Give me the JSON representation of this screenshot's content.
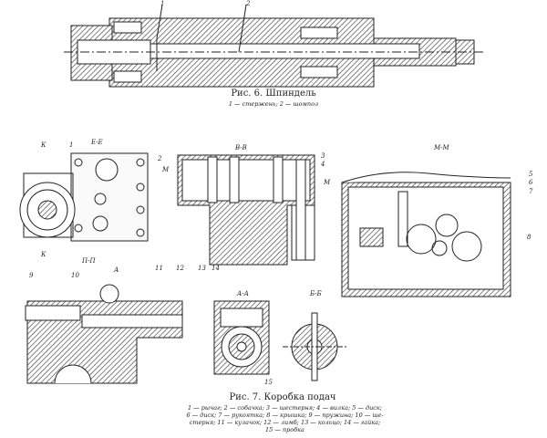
{
  "figure6": {
    "title": "Рис. 6. Шпиндель",
    "legend": "1 — стержень; 2 — шомпол",
    "callouts": [
      "1",
      "2"
    ]
  },
  "figure7": {
    "title": "Рис. 7. Коробка подач",
    "legend_lines": [
      "1 — рычаг; 2 — собачка; 3 — шестерня; 4 — вилка; 5 — диск;",
      "6 — диск; 7 — рукоятка; 8 — крышка; 9 — пружина; 10 — ше-",
      "стерня; 11 — кулачок; 12 — лимб; 13 — кольцо; 14 — гайка;",
      "15 — пробка"
    ],
    "sections": {
      "ee": "Е-Е",
      "vv": "В-В",
      "mm": "М-М",
      "pp": "П-П",
      "aa": "А-А",
      "bb": "Б-Б"
    },
    "marks": {
      "k": "К",
      "m": "М",
      "a": "А"
    },
    "callouts": [
      "1",
      "2",
      "3",
      "4",
      "5",
      "6",
      "7",
      "8",
      "9",
      "10",
      "11",
      "12",
      "13",
      "14",
      "15"
    ]
  }
}
